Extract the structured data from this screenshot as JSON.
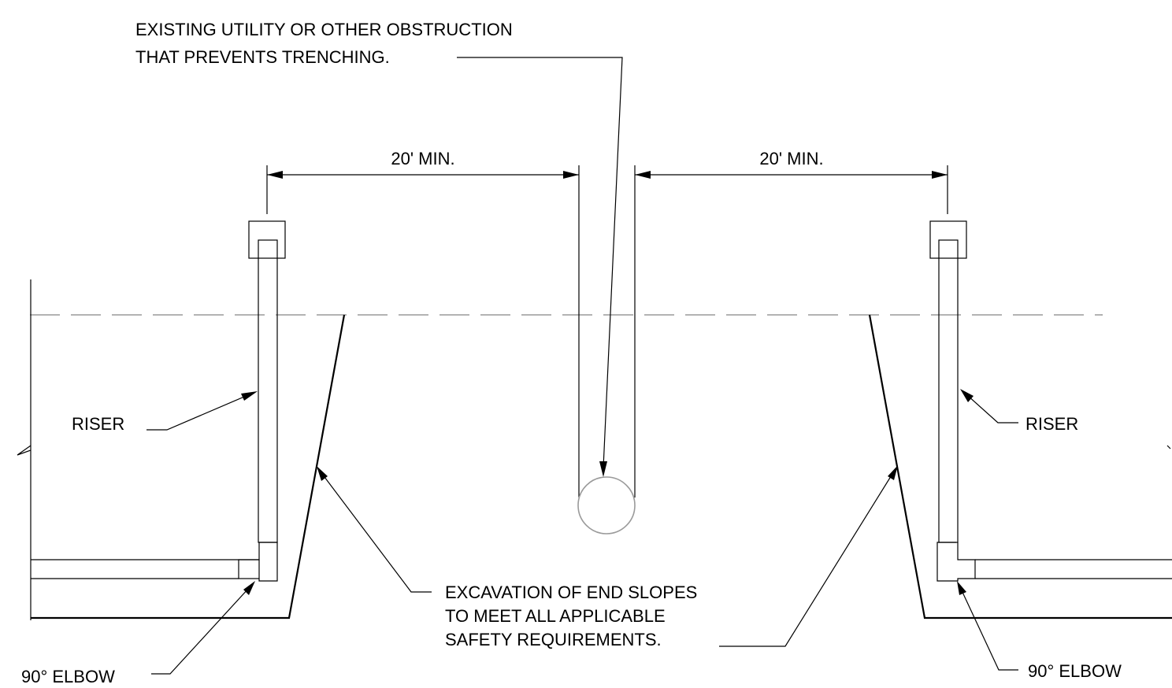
{
  "labels": {
    "obstruction_line1": "EXISTING UTILITY OR OTHER OBSTRUCTION",
    "obstruction_line2": "THAT PREVENTS TRENCHING.",
    "dim_left": "20' MIN.",
    "dim_right": "20' MIN.",
    "riser_left": "RISER",
    "riser_right": "RISER",
    "excavation_line1": "EXCAVATION OF END SLOPES",
    "excavation_line2": "TO MEET ALL APPLICABLE",
    "excavation_line3": "SAFETY REQUIREMENTS.",
    "elbow_left": "90° ELBOW",
    "elbow_right": "90° ELBOW"
  },
  "colors": {
    "line": "#000000",
    "ground_and_utility": "#9a9a9a",
    "background": "#ffffff"
  }
}
